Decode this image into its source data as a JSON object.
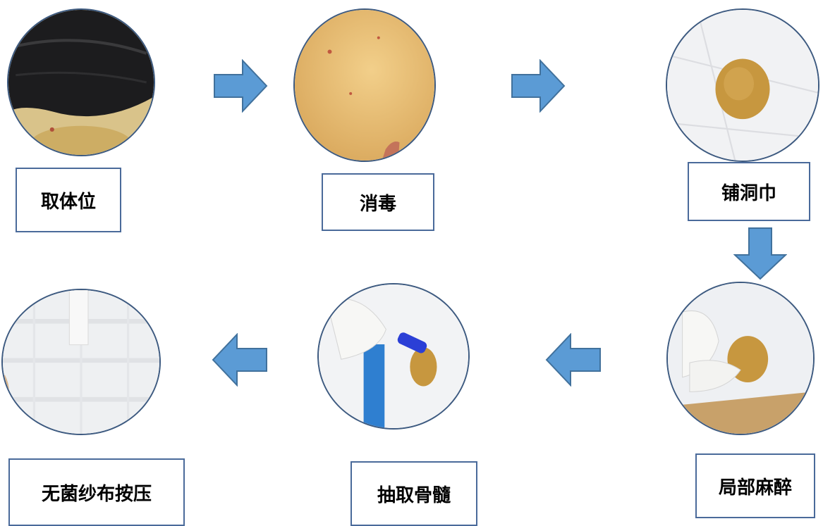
{
  "steps": [
    {
      "id": 1,
      "label": "取体位"
    },
    {
      "id": 2,
      "label": "消毒"
    },
    {
      "id": 3,
      "label": "铺洞巾"
    },
    {
      "id": 4,
      "label": "局部麻醉"
    },
    {
      "id": 5,
      "label": "抽取骨髓"
    },
    {
      "id": 6,
      "label": "无菌纱布按压"
    }
  ],
  "flow_order": [
    1,
    2,
    3,
    4,
    5,
    6
  ],
  "colors": {
    "arrow_fill": "#5b9bd5",
    "arrow_stroke": "#41719c",
    "box_border": "#4a6a9a",
    "photo_border": "#3d5a80"
  }
}
